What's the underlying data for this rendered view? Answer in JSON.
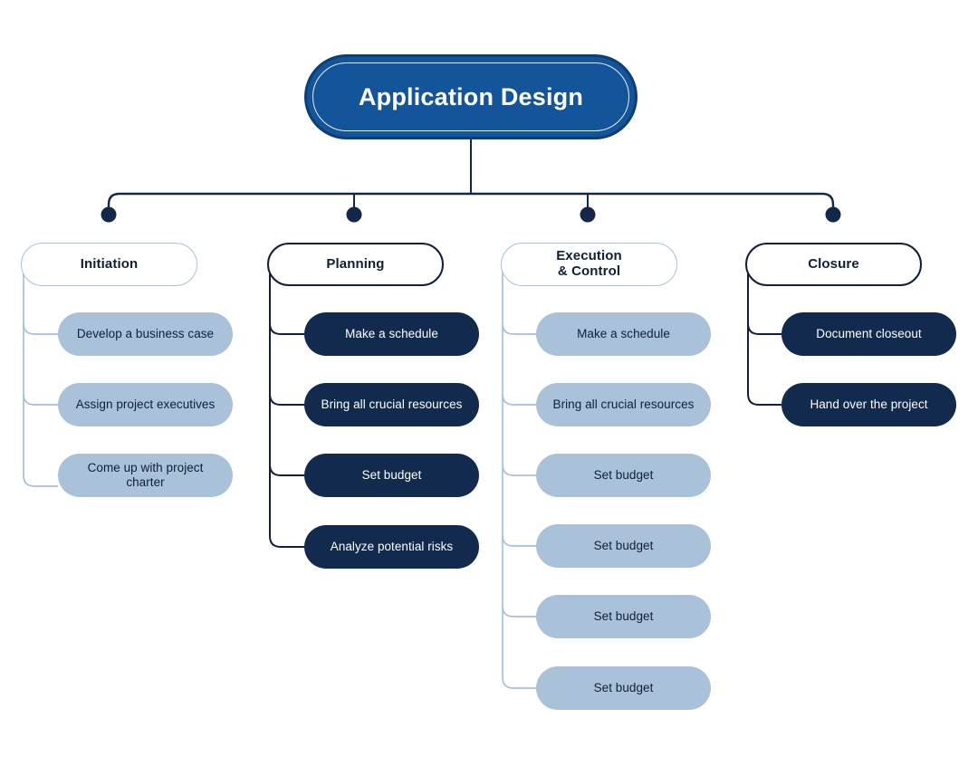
{
  "diagram": {
    "title": "Application Design",
    "root": {
      "label": "Application Design",
      "fill": "#14549B",
      "border": "#0C3E77",
      "text_color": "#FFFFFF"
    },
    "palette": {
      "light_blue_fill": "#A9C1D9",
      "light_blue_line": "#A9C1D8",
      "navy_fill": "#112A4D",
      "navy_line": "#10203C",
      "dot_color": "#12284A",
      "white": "#FFFFFF",
      "dark_text": "#111F38"
    },
    "columns": [
      {
        "header": "Initiation",
        "style": "light",
        "items": [
          "Develop a business case",
          "Assign project executives",
          "Come up with project charter"
        ]
      },
      {
        "header": "Planning",
        "style": "dark",
        "items": [
          "Make a schedule",
          "Bring all crucial resources",
          "Set budget",
          "Analyze potential risks"
        ]
      },
      {
        "header": "Execution\n& Control",
        "header_line1": "Execution",
        "header_line2": "& Control",
        "style": "light",
        "items": [
          "Make a schedule",
          "Bring all crucial resources",
          "Set budget",
          "Set budget",
          "Set budget",
          "Set budget"
        ]
      },
      {
        "header": "Closure",
        "style": "dark",
        "items": [
          "Document closeout",
          "Hand over the project"
        ]
      }
    ]
  }
}
